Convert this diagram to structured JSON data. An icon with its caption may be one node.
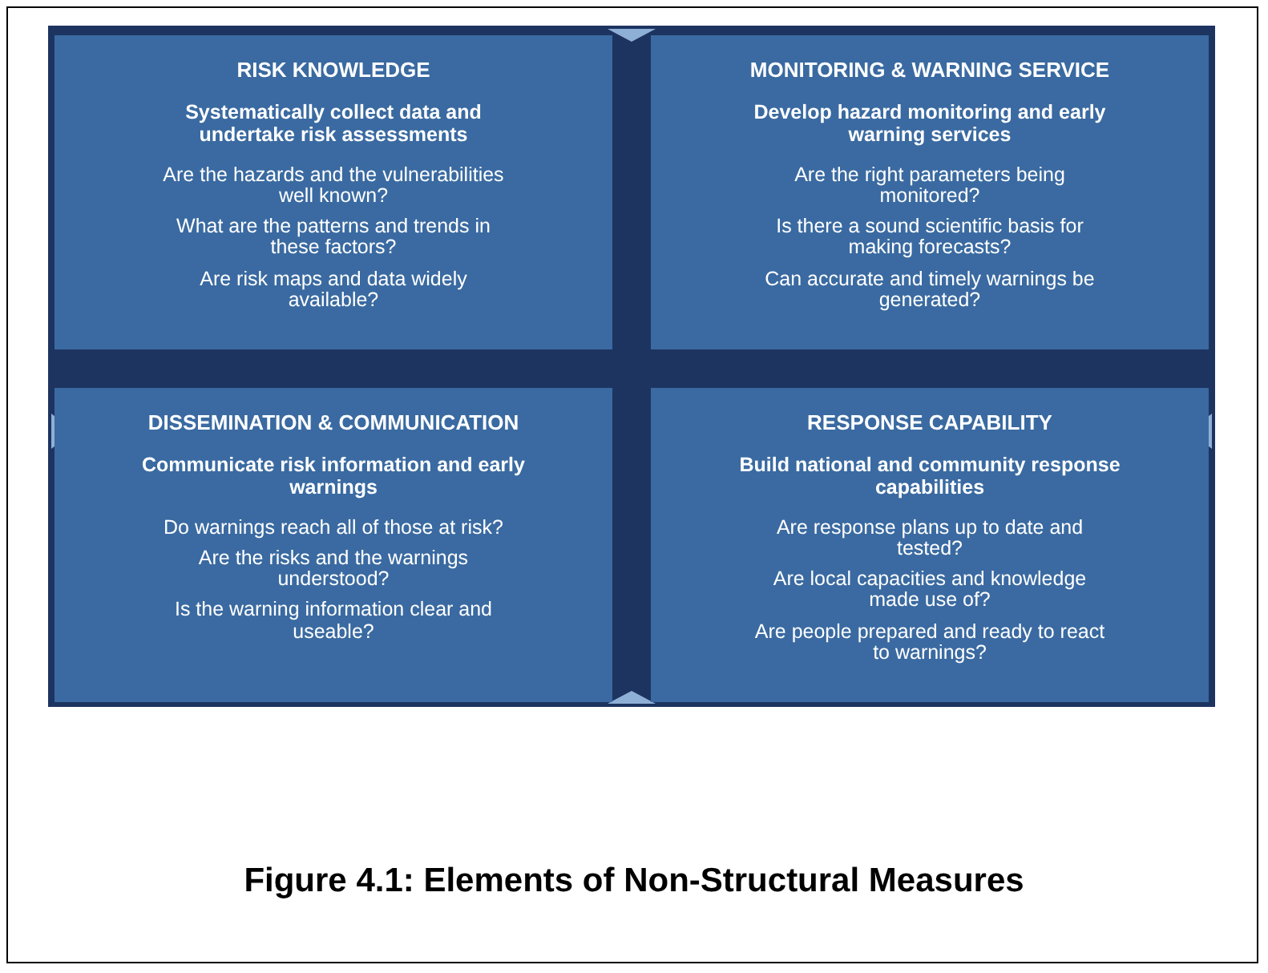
{
  "diagram": {
    "caption": "Figure 4.1: Elements of Non-Structural Measures",
    "nodes": [
      {
        "text": [
          "RISK KNOWLEDGE",
          "Systematically collect data and undertake risk assessments",
          "Are the hazards and the vulnerabilities well known?",
          "What are the patterns and trends in these factors?",
          "Are risk maps and data widely available?"
        ]
      },
      {
        "text": [
          "MONITORING & WARNING SERVICE",
          "Develop hazard monitoring and early warning services",
          "Are the right parameters being monitored?",
          "Is there a sound scientific basis for making forecasts?",
          "Can accurate and timely warnings be generated?"
        ]
      },
      {
        "text": [
          "DISSEMINATION & COMMUNICATION",
          "Communicate risk information and early warnings",
          "Do warnings reach all of those at risk?",
          "Are the risks and the warnings understood?",
          "Is the warning information clear and useable?"
        ]
      },
      {
        "text": [
          "RESPONSE CAPABILITY",
          "Build national and community response capabilities",
          "Are response plans up to date and tested?",
          "Are local capacities and knowledge made use of?",
          "Are people prepared and ready to react to warnings?"
        ]
      }
    ]
  }
}
